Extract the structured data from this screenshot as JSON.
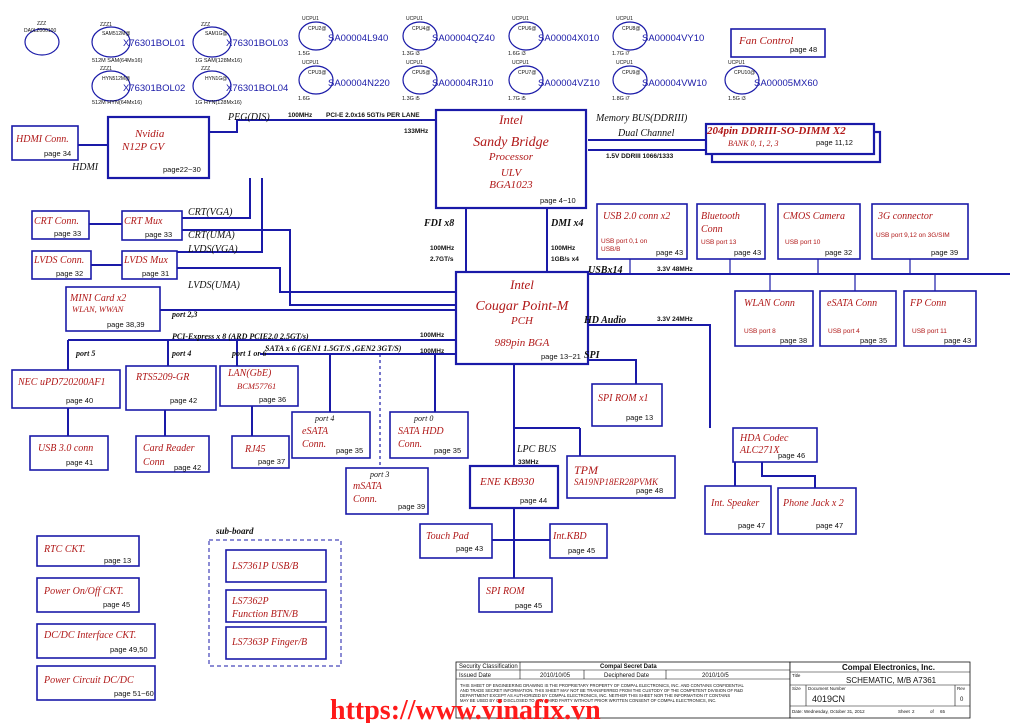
{
  "top_left": {
    "zzz": "ZZZ",
    "label": "DA0LZ000100"
  },
  "memory_chips": [
    {
      "tag": "ZZZ1",
      "sub": "SAM512M@",
      "part": "X76301BOL01",
      "note": "512M SAM(64Mx16)"
    },
    {
      "tag": "ZZZ",
      "sub": "SAM1G@",
      "part": "X76301BOL03",
      "note": "1G SAM(128Mx16)"
    },
    {
      "tag": "ZZZ1",
      "sub": "HYN512M@",
      "part": "X76301BOL02",
      "note": "512M HYN(64Mx16)"
    },
    {
      "tag": "ZZZ",
      "sub": "HYN1G@",
      "part": "X76301BOL04",
      "note": "1G HYN(128Mx16)"
    }
  ],
  "cpu_chips": [
    {
      "tag": "UCPU1",
      "sub": "CPU2@",
      "part": "SA00004L940",
      "note": "1.5G"
    },
    {
      "tag": "UCPU1",
      "sub": "CPU4@",
      "part": "SA00004QZ40",
      "note": "1.3G i3"
    },
    {
      "tag": "UCPU1",
      "sub": "CPU6@",
      "part": "SA00004X010",
      "note": "1.6G i3"
    },
    {
      "tag": "UCPU1",
      "sub": "CPU8@",
      "part": "SA00004VY10",
      "note": "1.7G i7"
    },
    {
      "tag": "UCPU1",
      "sub": "CPU3@",
      "part": "SA00004N220",
      "note": "1.6G"
    },
    {
      "tag": "UCPU1",
      "sub": "CPU5@",
      "part": "SA00004RJ10",
      "note": "1.3G i5"
    },
    {
      "tag": "UCPU1",
      "sub": "CPU7@",
      "part": "SA00004VZ10",
      "note": "1.7G i5"
    },
    {
      "tag": "UCPU1",
      "sub": "CPU9@",
      "part": "SA00004VW10",
      "note": "1.8G i7"
    },
    {
      "tag": "UCPU1",
      "sub": "CPU10@",
      "part": "SA00005MX60",
      "note": "1.5G i3"
    }
  ],
  "fan": {
    "title": "Fan Control",
    "page": "page 48"
  },
  "cpu": {
    "l1": "Intel",
    "l2": "Sandy Bridge",
    "l3": "Processor",
    "l4": "ULV",
    "l5": "BGA1023",
    "page": "page 4~10"
  },
  "dimm": {
    "title": "204pin DDRIII-SO-DIMM X2",
    "sub": "BANK 0, 1, 2, 3",
    "page": "page 11,12"
  },
  "mem_bus": {
    "l1": "Memory BUS(DDRIII)",
    "l2": "Dual Channel",
    "l3": "1.5V DDRIII 1066/1333"
  },
  "peg": {
    "label": "PEG(DIS)",
    "mhz": "100MHz",
    "spec": "PCI-E 2.0x16  5GT/s PER LANE",
    "mhz2": "133MHz"
  },
  "nvidia": {
    "l1": "Nvidia",
    "l2": "N12P GV",
    "page": "page22~30"
  },
  "hdmi": {
    "title": "HDMI Conn.",
    "page": "page 34",
    "bus": "HDMI"
  },
  "crt_conn": {
    "title": "CRT Conn.",
    "page": "page 33"
  },
  "crt_mux": {
    "title": "CRT Mux",
    "page": "page 33"
  },
  "lvds_conn": {
    "title": "LVDS Conn.",
    "page": "page 32"
  },
  "lvds_mux": {
    "title": "LVDS Mux",
    "page": "page 31"
  },
  "sig": {
    "crt_vga": "CRT(VGA)",
    "crt_uma": "CRT(UMA)",
    "lvds_vga": "LVDS(VGA)",
    "lvds_uma": "LVDS(UMA)"
  },
  "fdi": {
    "label": "FDI x8",
    "mhz": "100MHz",
    "rate": "2.7GT/s"
  },
  "dmi": {
    "label": "DMI x4",
    "mhz": "100MHz",
    "rate": "1GB/s x4"
  },
  "pch": {
    "l1": "Intel",
    "l2": "Cougar Point-M",
    "l3": "PCH",
    "l4": "989pin BGA",
    "page": "page 13~21"
  },
  "minicard": {
    "l1": "MINI Card x2",
    "l2": "WLAN, WWAN",
    "page": "page 38,39",
    "port": "port 2,3"
  },
  "pcie": {
    "label": "PCI-Express x 8  (ARD PCIE2.0 2.5GT/s)",
    "mhz": "100MHz"
  },
  "sata": {
    "label": "SATA x 6 (GEN1 1.5GT/S ,GEN2 3GT/S)",
    "mhz": "100MHz"
  },
  "ports": {
    "p5": "port 5",
    "p4": "port 4",
    "p1": "port 1 or 6"
  },
  "nec": {
    "title": "NEC uPD720200AF1",
    "page": "page 40"
  },
  "rts": {
    "title": "RTS5209-GR",
    "page": "page 42"
  },
  "lan": {
    "l1": "LAN(GbE)",
    "l2": "BCM57761",
    "page": "page 36"
  },
  "usb3": {
    "title": "USB 3.0 conn",
    "page": "page 41"
  },
  "card": {
    "l1": "Card Reader",
    "l2": "Conn",
    "page": "page 42"
  },
  "rj45": {
    "title": "RJ45",
    "page": "page 37"
  },
  "esata_p4": {
    "l0": "port 4",
    "l1": "eSATA",
    "l2": "Conn.",
    "page": "page 35"
  },
  "sata_hdd": {
    "l0": "port 0",
    "l1": "SATA HDD",
    "l2": "Conn.",
    "page": "page 35"
  },
  "msata": {
    "l0": "port 3",
    "l1": "mSATA",
    "l2": "Conn.",
    "page": "page 39"
  },
  "usbx14": {
    "label": "USBx14",
    "volt": "3.3V 48MHz"
  },
  "usb2": {
    "title": "USB 2.0 conn x2",
    "d1": "USB port 0,1 on",
    "d2": "USB/B",
    "page": "page 43"
  },
  "bt": {
    "l1": "Bluetooth",
    "l2": "Conn",
    "d1": "USB port 13",
    "page": "page 43"
  },
  "cmos": {
    "title": "CMOS Camera",
    "d1": "USB port 10",
    "page": "page 32"
  },
  "g3": {
    "title": "3G connector",
    "d1": "USB port 9,12 on 3G/SIM",
    "page": "page 39"
  },
  "wlan": {
    "title": "WLAN Conn",
    "d1": "USB port 8",
    "page": "page 38"
  },
  "esata": {
    "title": "eSATA Conn",
    "d1": "USB port 4",
    "page": "page 35"
  },
  "fp": {
    "title": "FP Conn",
    "d1": "USB port 11",
    "page": "page 43"
  },
  "hda": {
    "label": "HD Audio",
    "volt": "3.3V 24MHz"
  },
  "spi": {
    "label": "SPI"
  },
  "spirom1": {
    "title": "SPI ROM x1",
    "page": "page 13"
  },
  "codec": {
    "l1": "HDA Codec",
    "l2": "ALC271X",
    "page": "page 46"
  },
  "speaker": {
    "title": "Int. Speaker",
    "page": "page 47"
  },
  "phone": {
    "title": "Phone Jack x 2",
    "page": "page 47"
  },
  "lpc": {
    "label": "LPC BUS",
    "mhz": "33MHz"
  },
  "tpm": {
    "l1": "TPM",
    "l2": "SA19NP18ER28PVMK",
    "page": "page 48"
  },
  "ene": {
    "title": "ENE KB930",
    "page": "page 44"
  },
  "touch": {
    "title": "Touch Pad",
    "page": "page 43"
  },
  "kbd": {
    "title": "Int.KBD",
    "page": "page 45"
  },
  "spirom": {
    "title": "SPI ROM",
    "page": "page 45"
  },
  "subboard": {
    "label": "sub-board",
    "b1": "LS7361P USB/B",
    "b2a": "LS7362P",
    "b2b": "Function BTN/B",
    "b3": "LS7363P Finger/B"
  },
  "rtc": {
    "title": "RTC CKT.",
    "page": "page 13"
  },
  "power_onoff": {
    "title": "Power On/Off CKT.",
    "page": "page 45"
  },
  "dcdc": {
    "title": "DC/DC Interface CKT.",
    "page": "page 49,50"
  },
  "power_circuit": {
    "title": "Power Circuit DC/DC",
    "page": "page 51~60"
  },
  "title_block": {
    "security": "Security Classification",
    "secret": "Compal Secret Data",
    "company": "Compal Electronics, Inc.",
    "issued": "Issued Date",
    "issued_val": "2010/10/05",
    "deciphered": "Deciphered Date",
    "deciphered_val": "2010/10/5",
    "title_lbl": "Title",
    "title": "SCHEMATIC, M/B A7361",
    "legal1": "THIS SHEET OF ENGINEERING DRAWING IS THE PROPRIETARY PROPERTY OF COMPAL ELECTRONICS, INC. AND CONTAINS CONFIDENTIAL",
    "legal2": "AND TRADE SECRET INFORMATION. THIS SHEET MAY NOT BE TRANSFERRED FROM THE CUSTODY OF THE COMPETENT DIVISION OF R&D",
    "legal3": "DEPARTMENT EXCEPT AS AUTHORIZED BY COMPAL ELECTRONICS, INC. NEITHER THIS SHEET NOR THE INFORMATION IT CONTAINS",
    "legal4": "MAY BE USED BY OR DISCLOSED TO ANY THIRD PARTY WITHOUT PRIOR WRITTEN CONSENT OF COMPAL ELECTRONICS, INC.",
    "size": "Size",
    "docnum_lbl": "Document Number",
    "docnum": "4019CN",
    "rev_lbl": "Rev",
    "rev": "0",
    "date": "Date: Wednesday, October 31, 2012",
    "sheet": "Sheet",
    "of": "of",
    "sheet_num": "2",
    "sheet_total": "65"
  },
  "watermark": "https://www.vinafix.vn"
}
